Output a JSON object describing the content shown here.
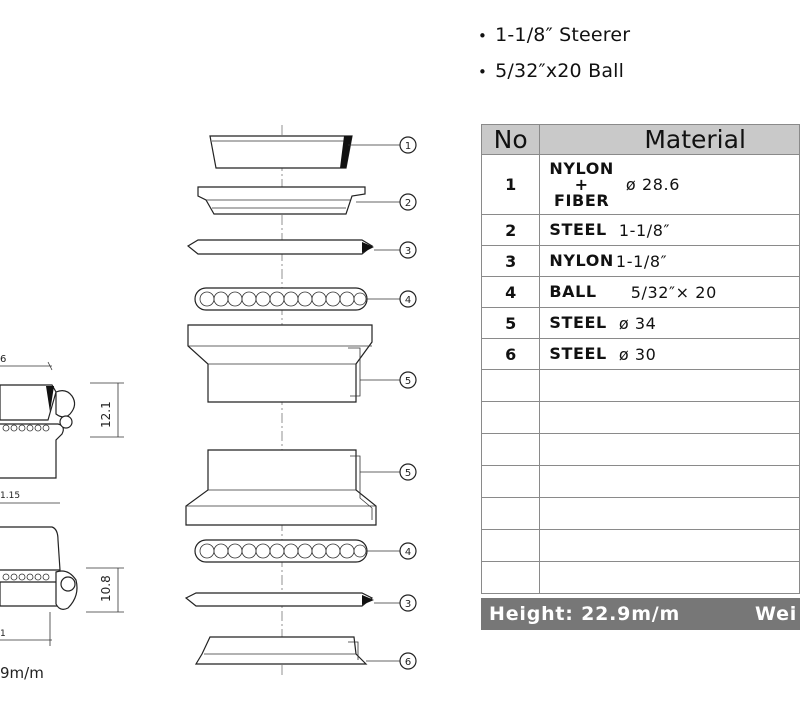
{
  "specs": [
    "1-1/8″ Steerer",
    "5/32″x20 Ball"
  ],
  "table": {
    "headers": {
      "no": "No",
      "material": "Material"
    },
    "rows": [
      {
        "no": "1",
        "material_lines": [
          "NYLON",
          "+",
          "FIBER"
        ],
        "spec": "ø 28.6"
      },
      {
        "no": "2",
        "material": "STEEL",
        "spec": "1-1/8″"
      },
      {
        "no": "3",
        "material": "NYLON",
        "spec": "1-1/8″"
      },
      {
        "no": "4",
        "material": "BALL",
        "spec": "5/32″× 20"
      },
      {
        "no": "5",
        "material": "STEEL",
        "spec": "ø 34"
      },
      {
        "no": "6",
        "material": "STEEL",
        "spec": "ø 30"
      }
    ],
    "empty_rows": 7
  },
  "footer": {
    "height": "Height: 22.9m/m",
    "weight": "Wei"
  },
  "callouts": [
    "1",
    "2",
    "3",
    "4",
    "5",
    "5",
    "4",
    "3",
    "6"
  ],
  "section_dims": {
    "top_cup_height": "12.1",
    "bottom_cup_height": "10.8",
    "upper_dim": "6",
    "mid_dim": "1.15",
    "lower_dim": "1",
    "height_partial": "9m/m"
  }
}
